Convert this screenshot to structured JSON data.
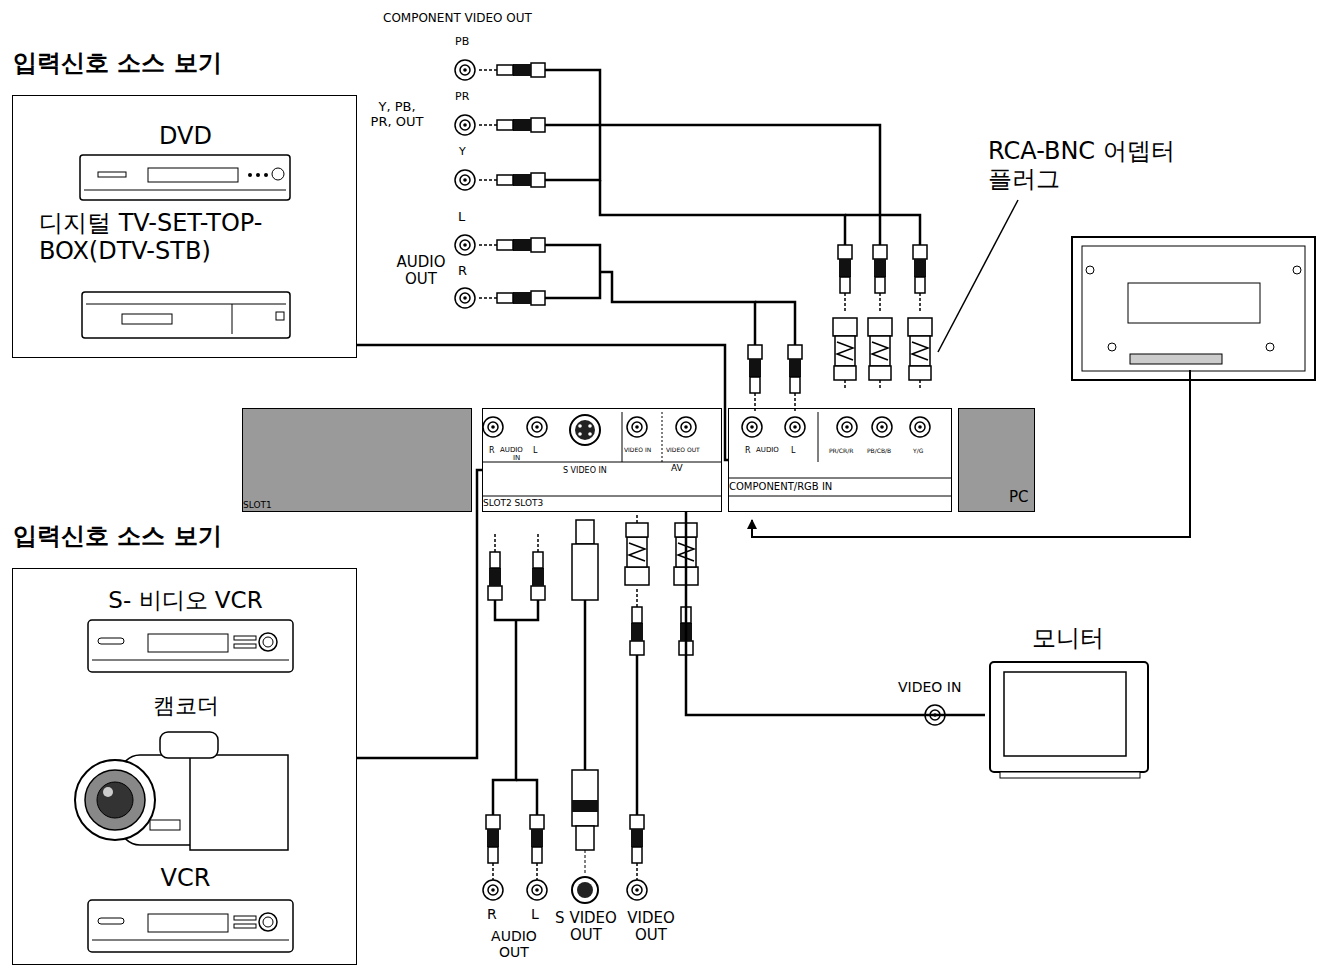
{
  "diagram": {
    "nodes": [
      {
        "text": [
          "입력신호 소스 보기",
          "DVD",
          "디지털 TV-SET-TOP-BOX(DTV-STB)"
        ]
      },
      {
        "text": [
          "입력신호 소스 보기",
          "S- 비디오 VCR",
          "캠코더",
          "VCR"
        ]
      },
      {
        "text": [
          "SLOT1"
        ]
      },
      {
        "text": [
          "R",
          "AUDIO",
          "L",
          "IN",
          "S VIDEO IN",
          "VIDEO IN",
          "VIDEO OUT",
          "AV",
          "SLOT2 SLOT3"
        ]
      },
      {
        "text": [
          "R",
          "AUDIO",
          "L",
          "PR/CR/R",
          "PB/CB/B",
          "Y/G",
          "COMPONENT/RGB IN"
        ]
      },
      {
        "text": [
          "PC"
        ]
      },
      {
        "text": [
          "모니터"
        ]
      }
    ],
    "edges": [
      {
        "from": 0,
        "to": 4,
        "arrow": "none"
      },
      {
        "from": 1,
        "to": 3,
        "arrow": "none"
      },
      {
        "from": 3,
        "to": 6,
        "arrow": "none"
      }
    ],
    "labels": [
      "COMPONENT VIDEO OUT",
      "PB",
      "Y, PB, PR, OUT",
      "PR",
      "Y",
      "L",
      "AUDIO OUT",
      "R",
      "RCA-BNC 어뎁터 플러그",
      "VIDEO IN",
      "R",
      "L",
      "S VIDEO OUT",
      "VIDEO OUT",
      "AUDIO OUT"
    ]
  }
}
